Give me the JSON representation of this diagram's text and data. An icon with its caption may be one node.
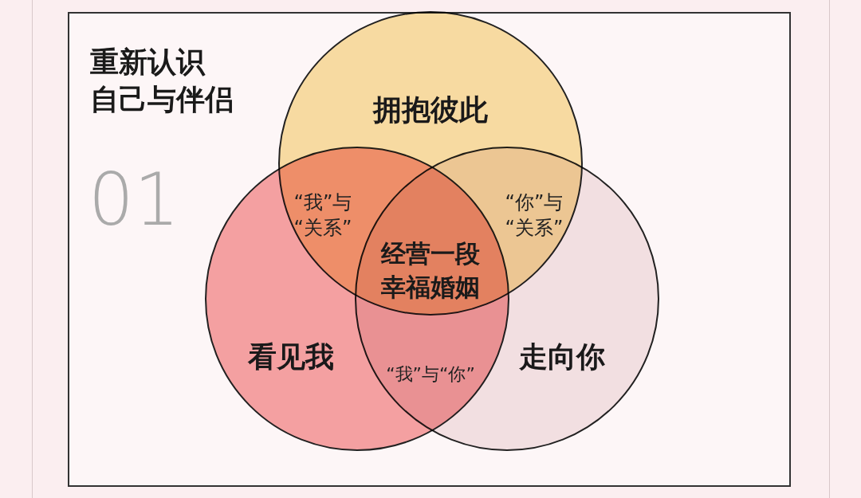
{
  "diagram": {
    "title": "重新认识自己与伴侣",
    "nodes": [
      {
        "text": [
          "拥抱彼此"
        ]
      },
      {
        "text": [
          "看见我"
        ]
      },
      {
        "text": [
          "走向你"
        ]
      }
    ],
    "labels": [
      "01",
      "“我”与“关系”",
      "“你”与“关系”",
      "经营一段幸福婚姻",
      "“我”与“你”"
    ]
  }
}
